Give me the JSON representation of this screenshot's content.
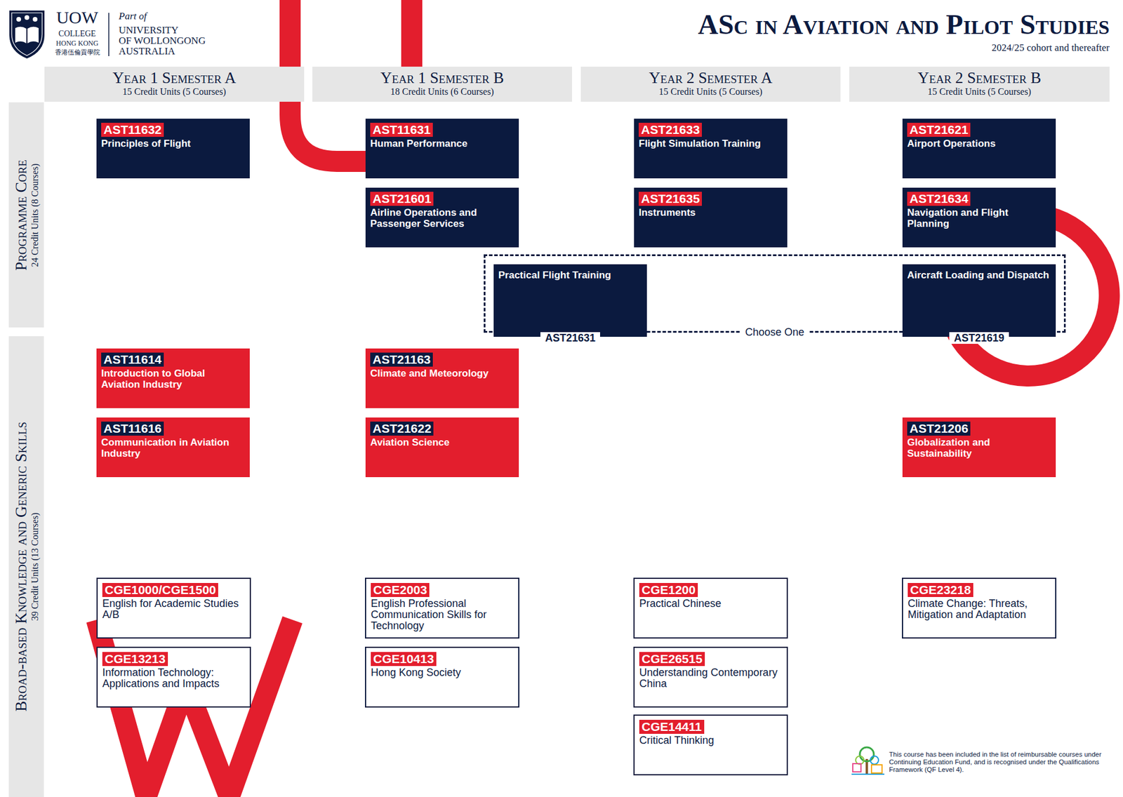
{
  "diagram": {
    "title": "ASc in Aviation and Pilot Studies",
    "nodes": [
      {
        "text": [
          "Year 1 Semester A",
          "15 Credit Units (5 Courses)"
        ]
      },
      {
        "text": [
          "Year 1 Semester B",
          "18 Credit Units (6 Courses)"
        ]
      },
      {
        "text": [
          "Year 2 Semester A",
          "15 Credit Units (5 Courses)"
        ]
      },
      {
        "text": [
          "Year 2 Semester B",
          "15 Credit Units (5 Courses)"
        ]
      },
      {
        "text": [
          "Programme Core",
          "24 Credit Units (8 Courses)"
        ]
      },
      {
        "text": [
          "Broad-based Knowledge and Generic Skills",
          "39 Credit Units (13 Courses)"
        ]
      },
      {
        "text": [
          "AST11632",
          "Principles of Flight"
        ]
      },
      {
        "text": [
          "AST11631",
          "Human Performance"
        ]
      },
      {
        "text": [
          "AST21633",
          "Flight Simulation Training"
        ]
      },
      {
        "text": [
          "AST21621",
          "Airport Operations"
        ]
      },
      {
        "text": [
          "AST21601",
          "Airline Operations and Passenger Services"
        ]
      },
      {
        "text": [
          "AST21635",
          "Instruments"
        ]
      },
      {
        "text": [
          "AST21634",
          "Navigation and Flight Planning"
        ]
      },
      {
        "text": [
          "Choose One"
        ]
      },
      {
        "text": [
          "AST21631",
          "Practical Flight Training"
        ],
        "in": 13
      },
      {
        "text": [
          "AST21619",
          "Aircraft Loading and Dispatch"
        ],
        "in": 13
      },
      {
        "text": [
          "AST11614",
          "Introduction to Global Aviation Industry"
        ]
      },
      {
        "text": [
          "AST21163",
          "Climate and Meteorology"
        ]
      },
      {
        "text": [
          "AST11616",
          "Communication in Aviation Industry"
        ]
      },
      {
        "text": [
          "AST21622",
          "Aviation Science"
        ]
      },
      {
        "text": [
          "AST21206",
          "Globalization and Sustainability"
        ]
      },
      {
        "text": [
          "CGE1000/CGE1500",
          "English for Academic Studies A/B"
        ]
      },
      {
        "text": [
          "CGE2003",
          "English Professional Communication Skills for Technology"
        ]
      },
      {
        "text": [
          "CGE1200",
          "Practical Chinese"
        ]
      },
      {
        "text": [
          "CGE23218",
          "Climate Change: Threats, Mitigation and Adaptation"
        ]
      },
      {
        "text": [
          "CGE13213",
          "Information Technology: Applications and Impacts"
        ]
      },
      {
        "text": [
          "CGE10413",
          "Hong Kong Society"
        ]
      },
      {
        "text": [
          "CGE26515",
          "Understanding Contemporary China"
        ]
      },
      {
        "text": [
          "CGE14411",
          "Critical Thinking"
        ]
      }
    ],
    "labels": [
      "UOW",
      "COLLEGE",
      "HONG KONG",
      "香港伍倫貢學院",
      "Part of",
      "UNIVERSITY",
      "OF WOLLONGONG",
      "AUSTRALIA",
      "2024/25 cohort and thereafter",
      "This course has been included in the list of reimbursable courses under Continuing Education Fund, and is recognised under the Qualifications Framework (QF Level 4)."
    ]
  }
}
